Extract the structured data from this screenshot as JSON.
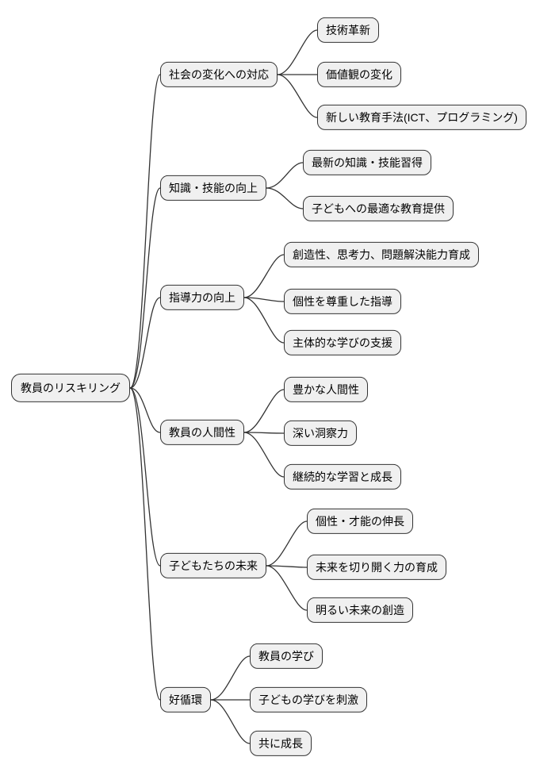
{
  "diagram": {
    "type": "mindmap",
    "root": {
      "label": "教員のリスキリング"
    },
    "branches": [
      {
        "label": "社会の変化への対応",
        "children": [
          "技術革新",
          "価値観の変化",
          "新しい教育手法(ICT、プログラミング)"
        ]
      },
      {
        "label": "知識・技能の向上",
        "children": [
          "最新の知識・技能習得",
          "子どもへの最適な教育提供"
        ]
      },
      {
        "label": "指導力の向上",
        "children": [
          "創造性、思考力、問題解決能力育成",
          "個性を尊重した指導",
          "主体的な学びの支援"
        ]
      },
      {
        "label": "教員の人間性",
        "children": [
          "豊かな人間性",
          "深い洞察力",
          "継続的な学習と成長"
        ]
      },
      {
        "label": "子どもたちの未来",
        "children": [
          "個性・才能の伸長",
          "未来を切り開く力の育成",
          "明るい未来の創造"
        ]
      },
      {
        "label": "好循環",
        "children": [
          "教員の学び",
          "子どもの学びを刺激",
          "共に成長"
        ]
      }
    ],
    "colors": {
      "background": "#ffffff",
      "node_fill": "#f0f0f0",
      "node_stroke": "#333333",
      "edge": "#333333",
      "text": "#000000"
    }
  }
}
